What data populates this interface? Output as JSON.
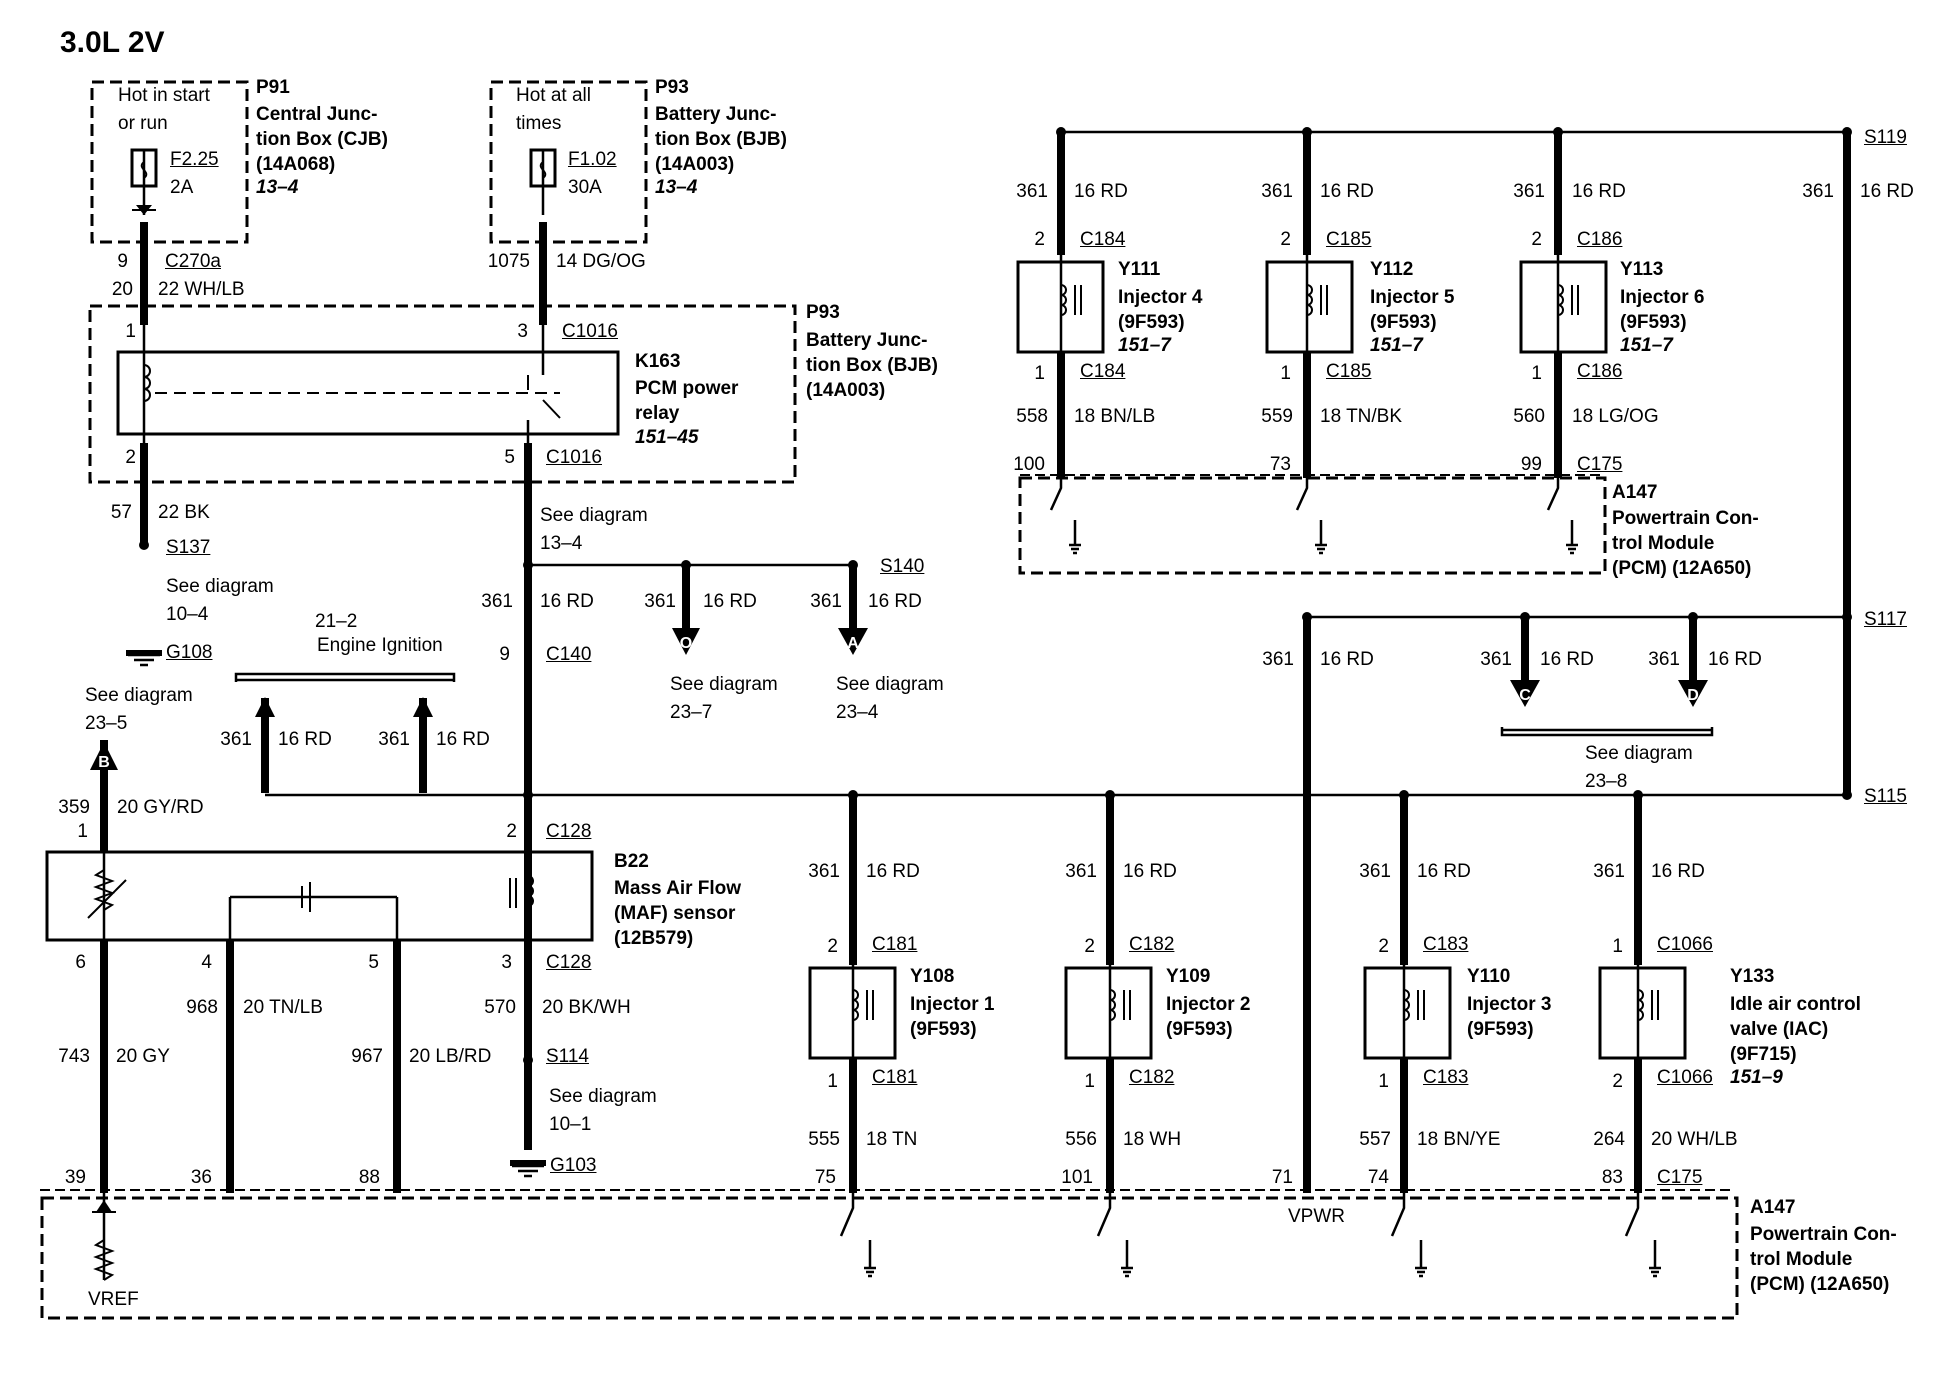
{
  "title": "3.0L 2V",
  "fuse_boxes": {
    "cjb": {
      "desc": "Hot in start\nor run",
      "fuse": "F2.25",
      "rating": "2A",
      "ref": "P91",
      "name": "Central Junc-\ntion Box (CJB)\n(14A068)",
      "page": "13–4"
    },
    "bjb": {
      "desc": "Hot at all\ntimes",
      "fuse": "F1.02",
      "rating": "30A",
      "ref": "P93",
      "name": "Battery Junc-\ntion Box (BJB)\n(14A003)",
      "page": "13–4"
    }
  },
  "relay": {
    "ref": "K163",
    "name": "PCM power\nrelay",
    "page": "151–45",
    "box_ref": "P93",
    "box_name": "Battery Junc-\ntion Box (BJB)\n(14A003)"
  },
  "maf": {
    "ref": "B22",
    "name": "Mass Air Flow\n(MAF) sensor\n(12B579)"
  },
  "injectors": {
    "y111": {
      "ref": "Y111",
      "name": "Injector 4\n(9F593)",
      "page": "151–7"
    },
    "y112": {
      "ref": "Y112",
      "name": "Injector 5\n(9F593)",
      "page": "151–7"
    },
    "y113": {
      "ref": "Y113",
      "name": "Injector 6\n(9F593)",
      "page": "151–7"
    },
    "y108": {
      "ref": "Y108",
      "name": "Injector 1\n(9F593)"
    },
    "y109": {
      "ref": "Y109",
      "name": "Injector 2\n(9F593)"
    },
    "y110": {
      "ref": "Y110",
      "name": "Injector 3\n(9F593)"
    },
    "y133": {
      "ref": "Y133",
      "name": "Idle air control\nvalve (IAC)\n(9F715)",
      "page": "151–9"
    }
  },
  "pcm": {
    "ref": "A147",
    "name": "Powertrain Con-\ntrol Module\n(PCM) (12A650)"
  },
  "pcm_internal": {
    "vref": "VREF",
    "vpwr": "VPWR"
  },
  "cross_refs": {
    "s137": "See diagram\n10–4",
    "relay_out": "See diagram\n13–4",
    "ignition_num": "21–2",
    "ignition": "Engine Ignition",
    "arrow_b": "See diagram\n23–5",
    "arrow_o": "See diagram\n23–7",
    "arrow_a": "See diagram\n23–4",
    "arrows_cd": "See diagram\n23–8",
    "s114": "See diagram\n10–1"
  },
  "arrow_letters": {
    "b": "B",
    "o": "O",
    "a": "A",
    "c": "C",
    "d": "D"
  },
  "splices": {
    "s119": "S119",
    "s117": "S117",
    "s115": "S115",
    "s140": "S140",
    "s137": "S137",
    "s114": "S114"
  },
  "grounds": {
    "g108": "G108",
    "g103": "G103"
  },
  "labels": {
    "p1": "9",
    "c1": "C270a",
    "p2": "20",
    "w2": "22 WH/LB",
    "p3": "1075",
    "w3": "14 DG/OG",
    "p4": "1",
    "p5": "3",
    "c5": "C1016",
    "p6": "2",
    "p7": "5",
    "c7": "C1016",
    "n8": "57",
    "w8": "22 BK",
    "n9": "361",
    "w9": "16 RD",
    "p9": "9",
    "c9": "C140",
    "n10": "361",
    "w10": "16 RD",
    "n11": "361",
    "w11": "16 RD",
    "n12": "361",
    "w12": "16 RD",
    "n13": "361",
    "w13": "16 RD",
    "n14": "359",
    "w14": "20 GY/RD",
    "p14": "1",
    "p15": "2",
    "c15": "C128",
    "p16": "6",
    "p17": "4",
    "p18": "5",
    "p19": "3",
    "c19": "C128",
    "n20": "968",
    "w20": "20 TN/LB",
    "n21": "570",
    "w21": "20 BK/WH",
    "n22": "743",
    "w22": "20 GY",
    "n23": "967",
    "w23": "20 LB/RD",
    "p24": "39",
    "p25": "36",
    "p26": "88",
    "n30": "361",
    "w30": "16 RD",
    "n31": "361",
    "w31": "16 RD",
    "n32": "361",
    "w32": "16 RD",
    "n33": "361",
    "w33": "16 RD",
    "p34": "2",
    "c34": "C184",
    "p35": "2",
    "c35": "C185",
    "p36": "2",
    "c36": "C186",
    "p37": "1",
    "c37": "C184",
    "p38": "1",
    "c38": "C185",
    "p39": "1",
    "c39": "C186",
    "n40": "558",
    "w40": "18 BN/LB",
    "n41": "559",
    "w41": "18 TN/BK",
    "n42": "560",
    "w42": "18 LG/OG",
    "p43": "100",
    "p44": "73",
    "p45": "99",
    "c45": "C175",
    "n46": "361",
    "w46": "16 RD",
    "n47": "361",
    "w47": "16 RD",
    "n48": "361",
    "w48": "16 RD",
    "n50": "361",
    "w50": "16 RD",
    "n51": "361",
    "w51": "16 RD",
    "n52": "361",
    "w52": "16 RD",
    "n53": "361",
    "w53": "16 RD",
    "p54": "2",
    "c54": "C181",
    "p55": "2",
    "c55": "C182",
    "p56": "2",
    "c56": "C183",
    "p57": "1",
    "c57": "C1066",
    "p58": "1",
    "c58": "C181",
    "p59": "1",
    "c59": "C182",
    "p60": "1",
    "c60": "C183",
    "p61": "2",
    "c61": "C1066",
    "n62": "555",
    "w62": "18 TN",
    "n63": "556",
    "w63": "18 WH",
    "n64": "557",
    "w64": "18 BN/YE",
    "n65": "264",
    "w65": "20 WH/LB",
    "p66": "75",
    "p67": "101",
    "p68": "71",
    "p69": "74",
    "p70": "83",
    "c70": "C175"
  }
}
